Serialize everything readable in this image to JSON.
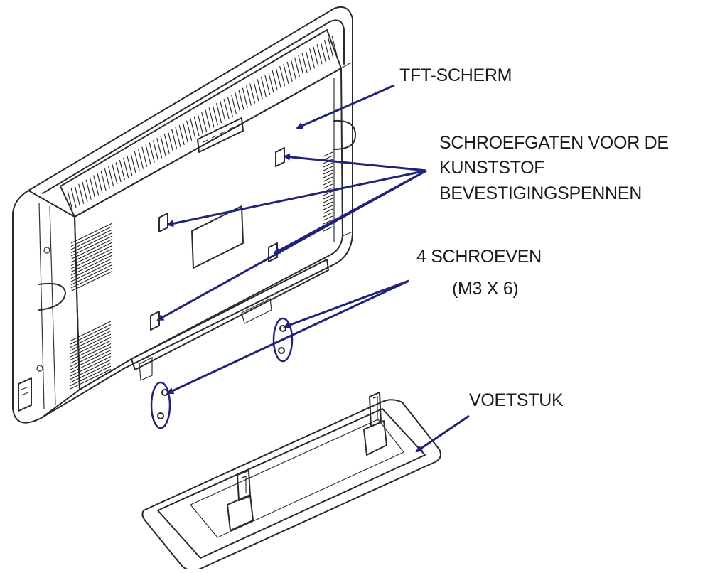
{
  "labels": {
    "screen": "TFT-SCHERM",
    "holes_line1": "SCHROEFGATEN VOOR DE",
    "holes_line2": "KUNSTSTOF",
    "holes_line3": "BEVESTIGINGSPENNEN",
    "screws_line1": "4 SCHROEVEN",
    "screws_line2": "(M3 X 6)",
    "stand": "VOETSTUK"
  },
  "colors": {
    "line_art": "#2a2a2a",
    "arrows": "#202478",
    "background": "#ffffff"
  }
}
